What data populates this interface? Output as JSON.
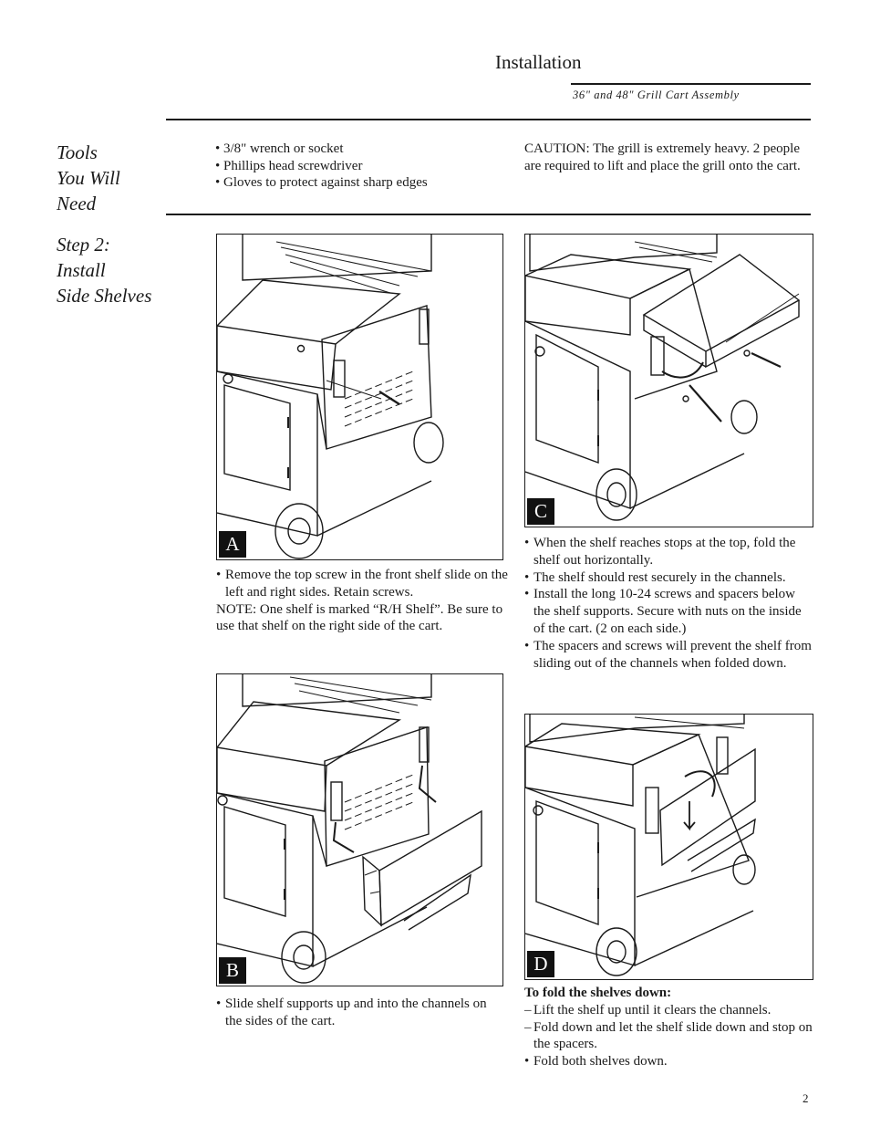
{
  "header": {
    "section_title": "Installation",
    "subtitle": "36\" and 48\" Grill Cart Assembly"
  },
  "tools": {
    "heading": [
      "Tools",
      "You Will",
      "Need"
    ],
    "items": [
      "• 3/8\" wrench or socket",
      "• Phillips head screwdriver",
      "• Gloves to protect against sharp edges"
    ],
    "caution": "CAUTION: The grill is extremely heavy. 2 people are required to lift and place the grill onto the cart."
  },
  "step": {
    "heading": [
      "Step 2:",
      "Install",
      "Side Shelves"
    ]
  },
  "figures": {
    "a": {
      "label": "A",
      "caption_bullets": [
        "Remove the top screw in the front shelf slide on the left and right sides. Retain screws."
      ],
      "note": "NOTE: One shelf is marked “R/H Shelf”. Be sure to use that shelf on the right side of the cart."
    },
    "b": {
      "label": "B",
      "caption_bullets": [
        "Slide shelf supports up and into the channels on the sides of the cart."
      ]
    },
    "c": {
      "label": "C",
      "caption_bullets": [
        "When the shelf reaches stops at the top, fold the shelf out horizontally.",
        "The shelf should rest securely in the channels.",
        "Install the long 10-24 screws and spacers below the shelf supports. Secure with nuts on the inside of the cart. (2 on  each side.)",
        "The spacers and screws will prevent the shelf from sliding out of the channels when folded down."
      ]
    },
    "d": {
      "label": "D",
      "fold_heading": "To fold the shelves down:",
      "fold_steps": [
        "Lift the shelf up until it clears the channels.",
        "Fold down and let the shelf slide down and stop on the spacers."
      ],
      "final_bullet": "Fold both shelves down."
    }
  },
  "footer": {
    "page_number": "2"
  }
}
